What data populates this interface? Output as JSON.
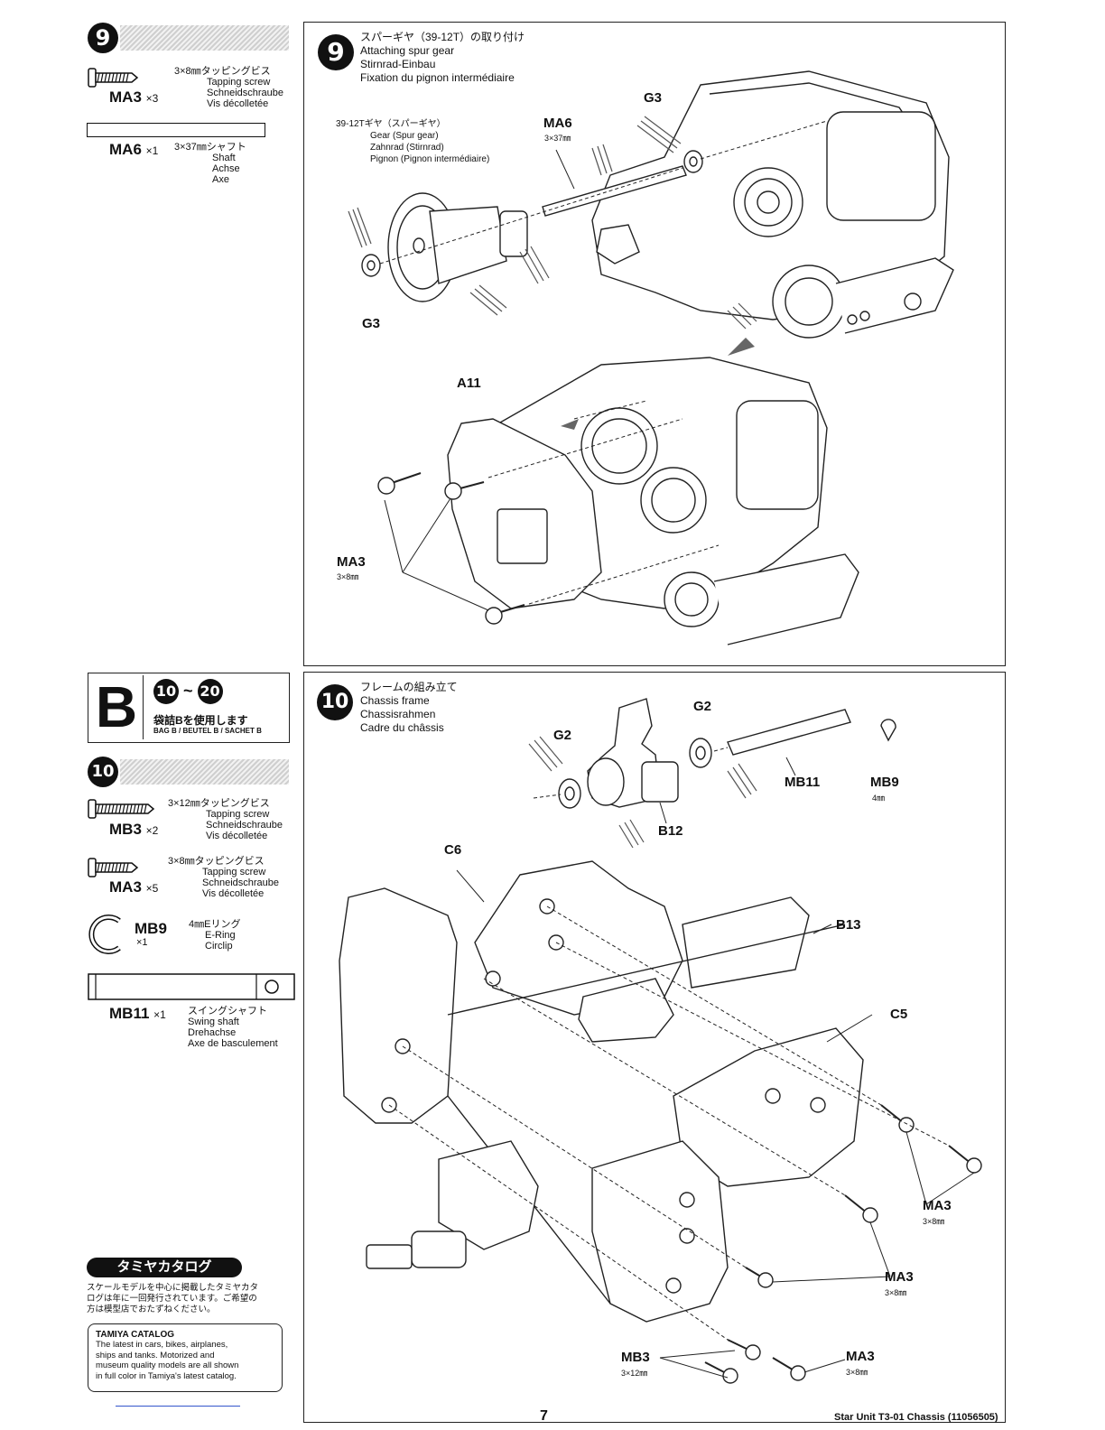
{
  "sidebar_step9": {
    "number": "9",
    "parts": [
      {
        "code": "MA3",
        "qty": "×3",
        "desc": [
          "3×8㎜タッピングビス",
          "Tapping screw",
          "Schneidschraube",
          "Vis décolletée"
        ]
      },
      {
        "code": "MA6",
        "qty": "×1",
        "desc": [
          "3×37㎜シャフト",
          "Shaft",
          "Achse",
          "Axe"
        ]
      }
    ]
  },
  "step9": {
    "number": "9",
    "title": [
      "スパーギヤ（39-12T）の取り付け",
      "Attaching spur gear",
      "Stirnrad-Einbau",
      "Fixation du pignon intermédiaire"
    ],
    "gear_label": [
      "39-12Tギヤ（スパーギヤ）",
      "Gear (Spur gear)",
      "Zahnrad (Stirnrad)",
      "Pignon (Pignon intermédiaire)"
    ],
    "labels": {
      "ma6": "MA6",
      "ma6_size": "3×37㎜",
      "g3_top": "G3",
      "g3_bottom": "G3",
      "a11": "A11",
      "ma3": "MA3",
      "ma3_size": "3×8㎜"
    }
  },
  "bag_b": {
    "letter": "B",
    "range_start": "10",
    "range_sep": "~",
    "range_end": "20",
    "use_text": "袋詰Bを使用します",
    "bag_text": "BAG B / BEUTEL B / SACHET B"
  },
  "sidebar_step10": {
    "number": "10",
    "parts": [
      {
        "code": "MB3",
        "qty": "×2",
        "desc": [
          "3×12㎜タッピングビス",
          "Tapping screw",
          "Schneidschraube",
          "Vis décolletée"
        ]
      },
      {
        "code": "MA3",
        "qty": "×5",
        "desc": [
          "3×8㎜タッピングビス",
          "Tapping screw",
          "Schneidschraube",
          "Vis décolletée"
        ]
      },
      {
        "code": "MB9",
        "qty": "×1",
        "desc": [
          "4㎜Eリング",
          "E-Ring",
          "Circlip"
        ]
      },
      {
        "code": "MB11",
        "qty": "×1",
        "desc": [
          "スイングシャフト",
          "Swing shaft",
          "Drehachse",
          "Axe de basculement"
        ]
      }
    ]
  },
  "step10": {
    "number": "10",
    "title": [
      "フレームの組み立て",
      "Chassis frame",
      "Chassisrahmen",
      "Cadre du châssis"
    ],
    "labels": {
      "g2_left": "G2",
      "g2_right": "G2",
      "mb11": "MB11",
      "mb9": "MB9",
      "mb9_size": "4㎜",
      "b12": "B12",
      "c6": "C6",
      "b13": "B13",
      "c5": "C5",
      "ma3_a": "MA3",
      "ma3_a_size": "3×8㎜",
      "ma3_b": "MA3",
      "ma3_b_size": "3×8㎜",
      "ma3_c": "MA3",
      "ma3_c_size": "3×8㎜",
      "mb3": "MB3",
      "mb3_size": "3×12㎜"
    }
  },
  "catalog": {
    "heading": "タミヤカタログ",
    "jp_text": [
      "スケールモデルを中心に掲載したタミヤカタ",
      "ログは年に一回発行されています。ご希望の",
      "方は模型店でおたずねください。"
    ],
    "en_title": "TAMIYA CATALOG",
    "en_text": [
      "The latest in cars, bikes, airplanes,",
      "ships and tanks. Motorized and",
      "museum quality models are all shown",
      "in full color in Tamiya's latest catalog."
    ]
  },
  "footer": {
    "page_number": "7",
    "doc_title": "Star Unit T3-01 Chassis (11056505)"
  }
}
